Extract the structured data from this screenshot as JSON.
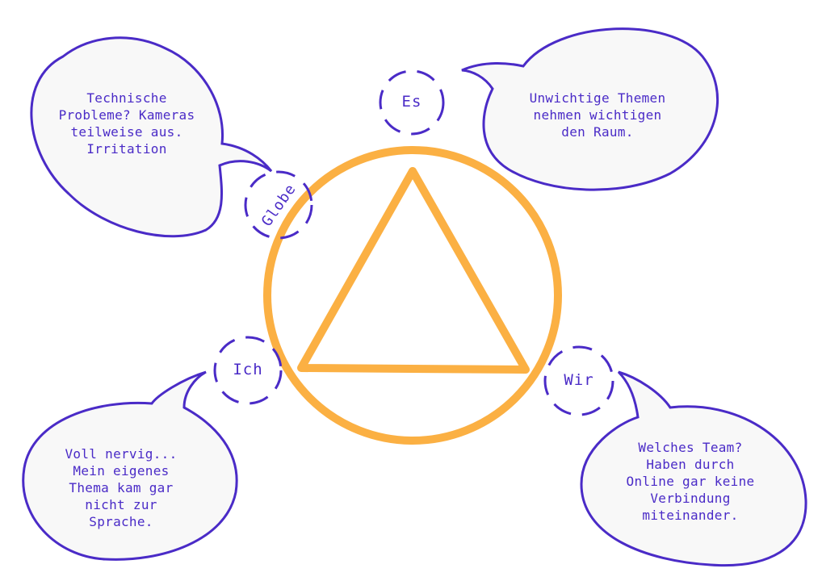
{
  "colors": {
    "bubble_stroke": "#4a2bc7",
    "bubble_fill": "#f8f8f8",
    "center_shape": "#fbb043",
    "node_dashed": "#4a2bc7",
    "text": "#4a2bc7",
    "background": "#ffffff"
  },
  "nodes": {
    "es": "Es",
    "globe": "Globe",
    "ich": "Ich",
    "wir": "Wir"
  },
  "bubbles": {
    "globe": "Technische\nProbleme? Kameras\nteilweise aus.\nIrritation",
    "es": "Unwichtige Themen\nnehmen wichtigen\nden Raum.",
    "ich": "Voll nervig...\nMein eigenes\nThema kam gar\nnicht zur\nSprache.",
    "wir": "Welches Team?\nHaben durch\nOnline gar keine\nVerbindung\nmiteinander."
  }
}
